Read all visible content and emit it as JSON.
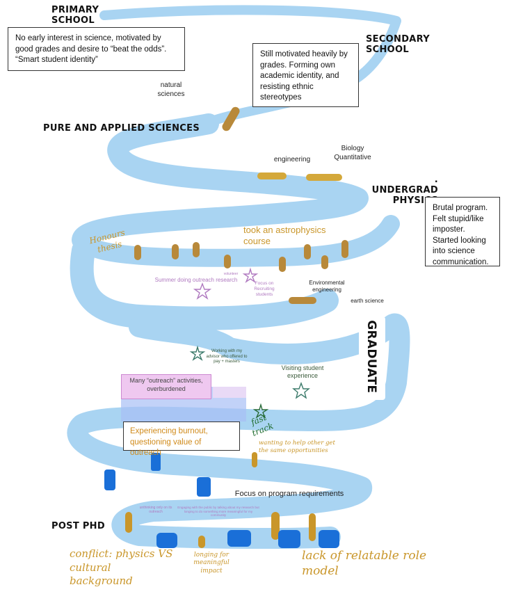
{
  "stages": {
    "primary": "PRIMARY SCHOOL",
    "secondary": "SECONDARY SCHOOL",
    "pure_applied": "PURE AND APPLIED SCIENCES",
    "undergrad": ". UNDERGRAD PHYSICS",
    "graduate": "GRADUATE",
    "post_phd": "POST PHD"
  },
  "notes": {
    "primary": "No early interest in science, motivated by good grades and desire to “beat the odds”. “Smart student identity”",
    "secondary": "Still motivated heavily by grades. Forming own academic identity, and resisting ethnic stereotypes",
    "undergrad": "Brutal program. Felt stupid/like imposter. Started looking into science communication.",
    "outreach": "Many “outreach” activities, overburdened",
    "burnout": "Experiencing burnout, questioning value of outreach"
  },
  "branches": {
    "natural_sciences": "natural sciences",
    "engineering": "engineering",
    "biology": "Biology Quantitative",
    "environmental": "Environmental engineering",
    "earth_science": "earth science",
    "program_requirements": "Focus on program requirements"
  },
  "annotations": {
    "honours_thesis": "Honours thesis",
    "astrophysics": "took an astrophysics course",
    "summer_outreach": "Summer doing outreach research",
    "volunteer": "volunteer",
    "recruiting": "Focus on Recruiting students",
    "advisor": "Working with my advisor who offered to pay + masters",
    "visiting": "Visiting student experience",
    "fast_track": "fast track",
    "wanting_to_help": "wanting to help other get the same opportunities",
    "unthinking": "unthinking only on its outreach",
    "engaging_public": "Engaging with the public by talking about my research but longing to do something more meaningful for my community",
    "conflict": "conflict: physics VS cultural background",
    "longing": "longing for meaningful impact",
    "role_model": "lack of relatable role model"
  }
}
